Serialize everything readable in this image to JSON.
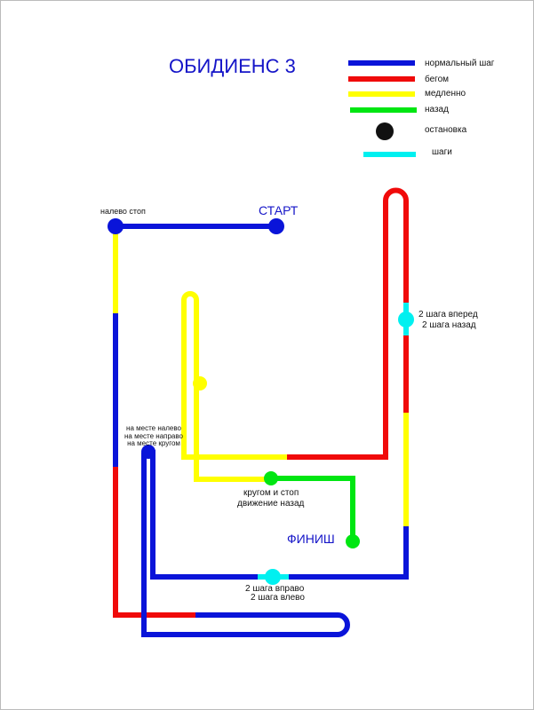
{
  "title": "ОБИДИЕНС 3",
  "colors": {
    "normal": "#0a14d9",
    "run": "#f00a0a",
    "slow": "#ffff00",
    "back": "#00e612",
    "stop": "#111111",
    "steps": "#00f0f0",
    "text_blue": "#1515c8"
  },
  "legend": [
    {
      "label": "нормальный шаг",
      "kind": "normal"
    },
    {
      "label": "бегом",
      "kind": "run"
    },
    {
      "label": "медленно",
      "kind": "slow"
    },
    {
      "label": "назад",
      "kind": "back"
    },
    {
      "label": "остановка",
      "kind": "stop"
    },
    {
      "label": "шаги",
      "kind": "steps"
    }
  ],
  "labels": {
    "start": "СТАРТ",
    "finish": "ФИНИШ",
    "left_stop": "налево стоп",
    "spot_turns": [
      "на месте налево",
      "на месте направо",
      "на месте кругом"
    ],
    "turn_stop": "кругом и стоп",
    "backward": "движение назад",
    "forward_back": [
      "2 шага вперед",
      "2 шага назад"
    ],
    "right_left": [
      "2 шага вправо",
      "2 шага влево"
    ]
  }
}
